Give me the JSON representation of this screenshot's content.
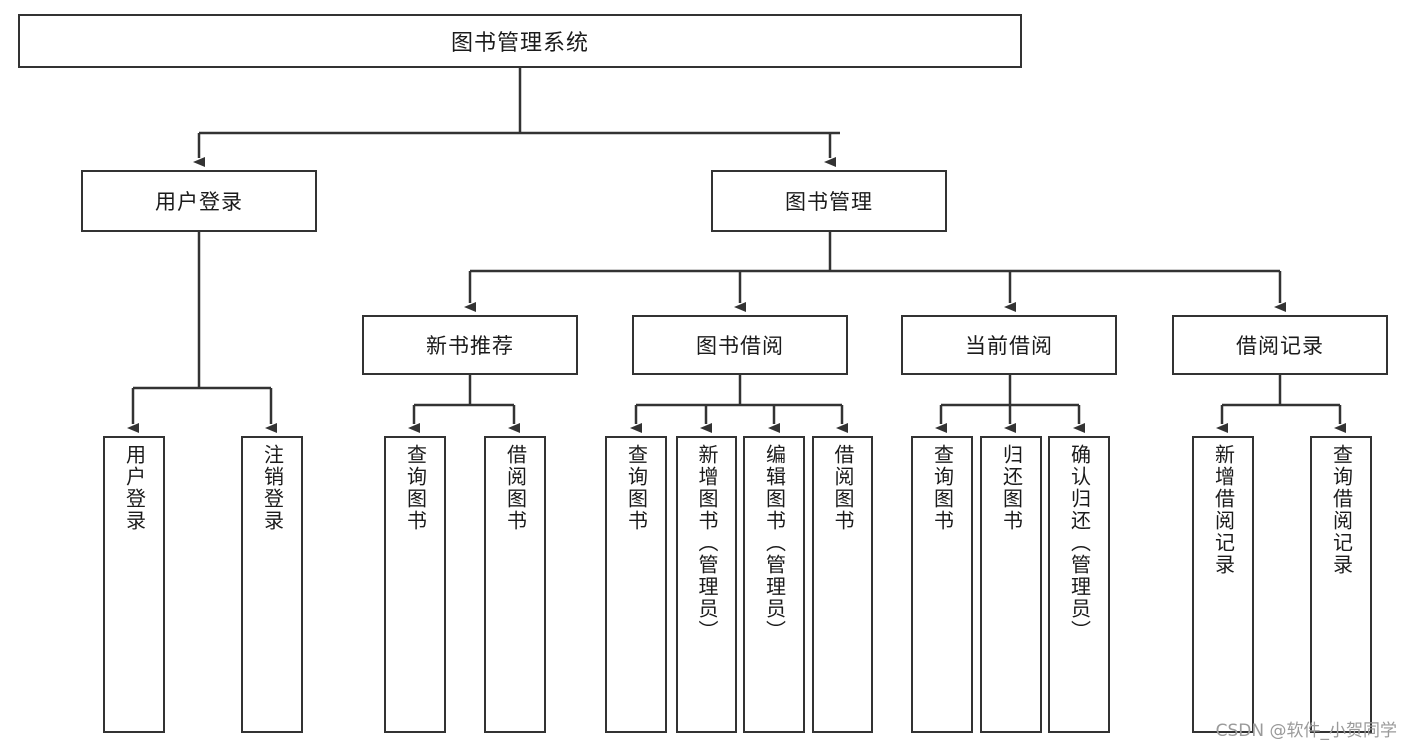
{
  "diagram": {
    "title": "图书管理系统",
    "type": "hierarchy-tree",
    "watermark": "CSDN @软件_小贺同学",
    "colors": {
      "box_border": "#333333",
      "box_fill": "#ffffff",
      "text": "#1b1b1b",
      "link": "#333333",
      "watermark": "#9a9a9a"
    },
    "root": {
      "label": "图书管理系统"
    },
    "level2": [
      {
        "label": "用户登录"
      },
      {
        "label": "图书管理"
      }
    ],
    "level3": [
      {
        "label": "新书推荐"
      },
      {
        "label": "图书借阅"
      },
      {
        "label": "当前借阅"
      },
      {
        "label": "借阅记录"
      }
    ],
    "leaves": {
      "user_login": [
        {
          "label": "用户登录"
        },
        {
          "label": "注销登录"
        }
      ],
      "new_book_recommend": [
        {
          "label": "查询图书"
        },
        {
          "label": "借阅图书"
        }
      ],
      "book_borrow": [
        {
          "label": "查询图书"
        },
        {
          "label": "新增图书（管理员）"
        },
        {
          "label": "编辑图书（管理员）"
        },
        {
          "label": "借阅图书"
        }
      ],
      "current_borrow": [
        {
          "label": "查询图书"
        },
        {
          "label": "归还图书"
        },
        {
          "label": "确认归还（管理员）"
        }
      ],
      "borrow_record": [
        {
          "label": "新增借阅记录"
        },
        {
          "label": "查询借阅记录"
        }
      ]
    }
  }
}
